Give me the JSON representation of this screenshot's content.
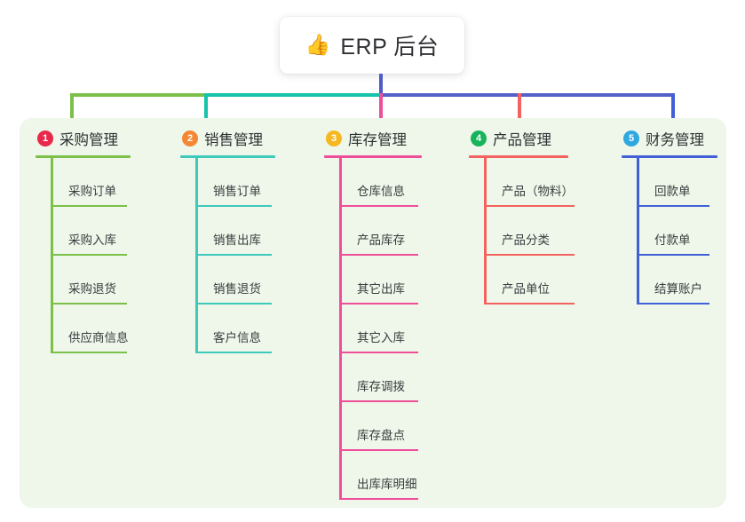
{
  "root": {
    "icon": "thumbs-up-icon",
    "emoji": "👍",
    "title": "ERP 后台"
  },
  "colors": {
    "panel_bg": "#eef7e9",
    "root_stem": "#4f5bc4",
    "bus_left": "#7cc04a",
    "bus_mid": "#17c3ab",
    "bus_right": "#5560c8"
  },
  "columns": [
    {
      "index": "1",
      "title": "采购管理",
      "badge_color": "#e8294a",
      "line_color": "#7cc04a",
      "drop_color": "#7cc04a",
      "items": [
        {
          "label": "采购订单"
        },
        {
          "label": "采购入库"
        },
        {
          "label": "采购退货"
        },
        {
          "label": "供应商信息"
        }
      ]
    },
    {
      "index": "2",
      "title": "销售管理",
      "badge_color": "#f58634",
      "line_color": "#3fc9bb",
      "drop_color": "#17c3ab",
      "items": [
        {
          "label": "销售订单"
        },
        {
          "label": "销售出库"
        },
        {
          "label": "销售退货"
        },
        {
          "label": "客户信息"
        }
      ]
    },
    {
      "index": "3",
      "title": "库存管理",
      "badge_color": "#f5b820",
      "line_color": "#ef4e9b",
      "drop_color": "#ef4e9b",
      "items": [
        {
          "label": "仓库信息"
        },
        {
          "label": "产品库存"
        },
        {
          "label": "其它出库"
        },
        {
          "label": "其它入库"
        },
        {
          "label": "库存调拨"
        },
        {
          "label": "库存盘点"
        },
        {
          "label": "出库库明细"
        }
      ]
    },
    {
      "index": "4",
      "title": "产品管理",
      "badge_color": "#18b45c",
      "line_color": "#f4625f",
      "drop_color": "#f4625f",
      "items": [
        {
          "label": "产品（物料）"
        },
        {
          "label": "产品分类"
        },
        {
          "label": "产品单位"
        }
      ]
    },
    {
      "index": "5",
      "title": "财务管理",
      "badge_color": "#2fa8e0",
      "line_color": "#4160d8",
      "drop_color": "#4160d8",
      "items": [
        {
          "label": "回款单"
        },
        {
          "label": "付款单"
        },
        {
          "label": "结算账户"
        }
      ]
    }
  ]
}
